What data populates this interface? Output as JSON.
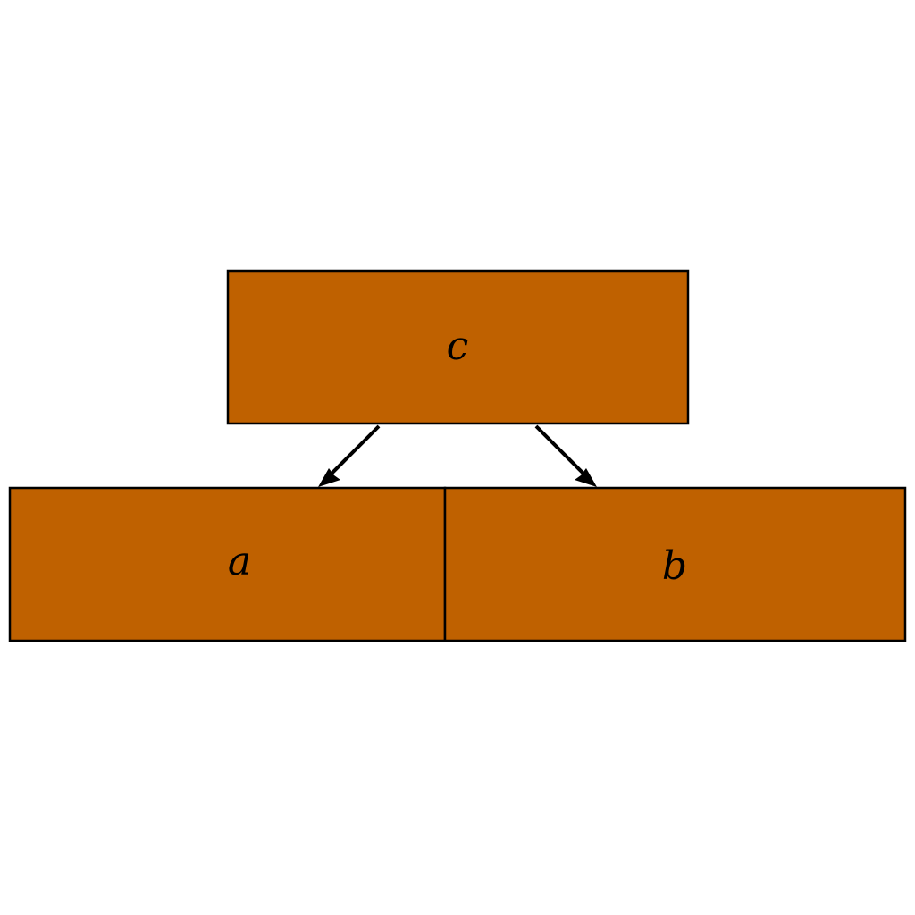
{
  "diagram": {
    "fill_color": "#bf6100",
    "stroke_color": "#000000",
    "nodes": [
      {
        "id": "c",
        "label": "c"
      },
      {
        "id": "a",
        "label": "a"
      },
      {
        "id": "b",
        "label": "b"
      }
    ],
    "edges": [
      {
        "from": "c",
        "to": "a"
      },
      {
        "from": "c",
        "to": "b"
      }
    ]
  }
}
